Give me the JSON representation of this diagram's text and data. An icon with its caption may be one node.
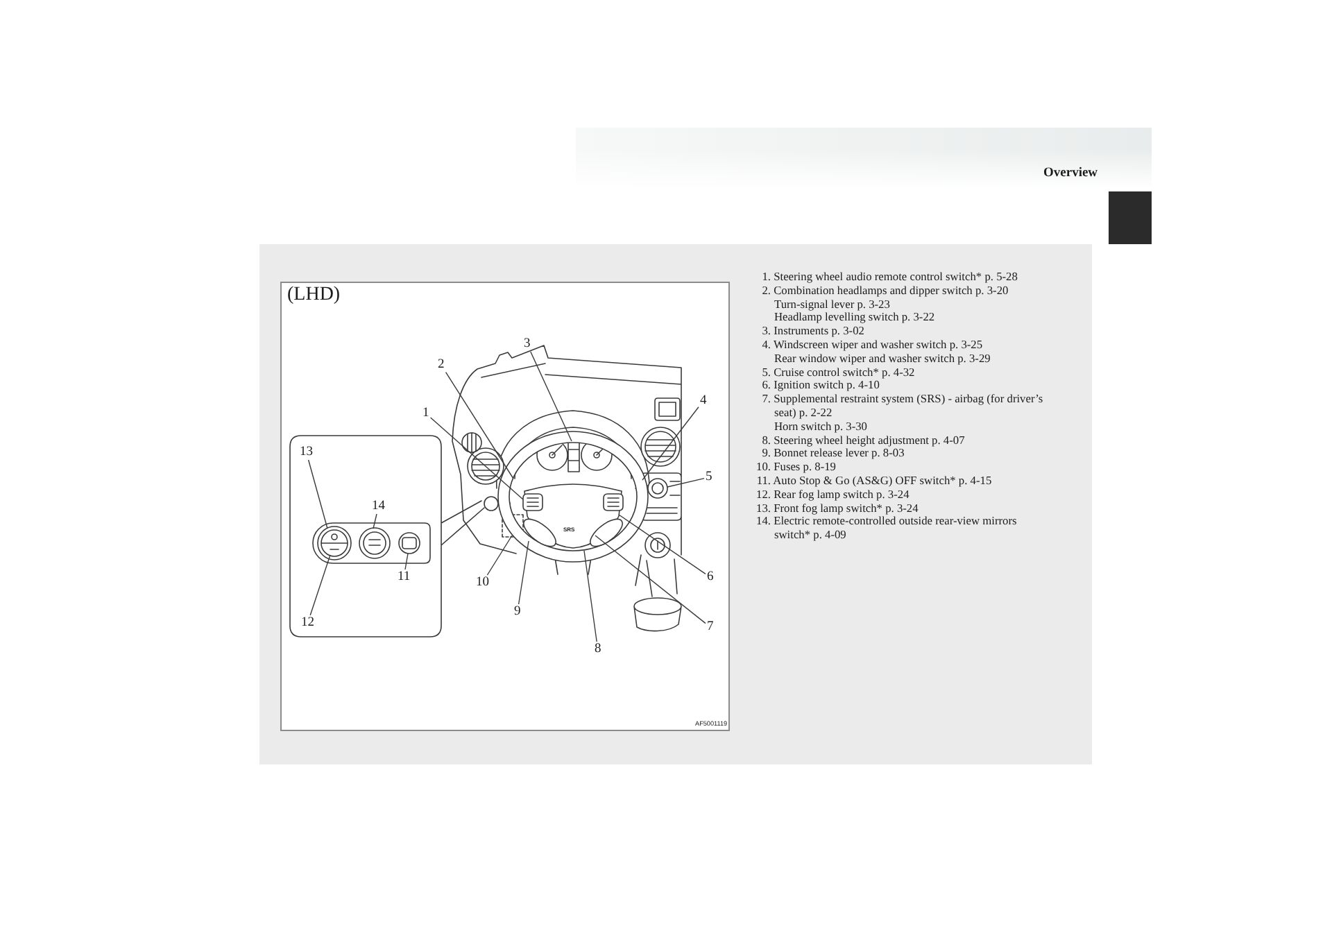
{
  "diagram": {
    "nodes": [
      {
        "text": [
          "(LHD)",
          "AF5001119"
        ]
      },
      {
        "text": [
          "1"
        ],
        "in": 0
      },
      {
        "text": [
          "2"
        ],
        "in": 0
      },
      {
        "text": [
          "3"
        ],
        "in": 0
      },
      {
        "text": [
          "4"
        ],
        "in": 0
      },
      {
        "text": [
          "5"
        ],
        "in": 0
      },
      {
        "text": [
          "6"
        ],
        "in": 0
      },
      {
        "text": [
          "7"
        ],
        "in": 0
      },
      {
        "text": [
          "8"
        ],
        "in": 0
      },
      {
        "text": [
          "9"
        ],
        "in": 0
      },
      {
        "text": [
          "10"
        ],
        "in": 0
      },
      {
        "text": [
          "11"
        ],
        "in": 0
      },
      {
        "text": [
          "12"
        ],
        "in": 0
      },
      {
        "text": [
          "13"
        ],
        "in": 0
      },
      {
        "text": [
          "14"
        ],
        "in": 0
      }
    ],
    "edges": [
      {
        "from": 1,
        "to": null,
        "arrow": "none"
      },
      {
        "from": 2,
        "to": null,
        "arrow": "none"
      },
      {
        "from": 3,
        "to": null,
        "arrow": "none"
      },
      {
        "from": 4,
        "to": null,
        "arrow": "none"
      },
      {
        "from": 5,
        "to": null,
        "arrow": "none"
      },
      {
        "from": 6,
        "to": null,
        "arrow": "none"
      },
      {
        "from": 7,
        "to": null,
        "arrow": "none"
      },
      {
        "from": 8,
        "to": null,
        "arrow": "none"
      },
      {
        "from": 9,
        "to": null,
        "arrow": "none"
      },
      {
        "from": 10,
        "to": null,
        "arrow": "none"
      },
      {
        "from": 11,
        "to": null,
        "arrow": "none"
      },
      {
        "from": 12,
        "to": null,
        "arrow": "none"
      },
      {
        "from": 13,
        "to": null,
        "arrow": "none"
      },
      {
        "from": 14,
        "to": null,
        "arrow": "none"
      }
    ],
    "labels": [
      "Overview",
      "SRS",
      "1. Steering wheel audio remote control switch* p. 5-28",
      "2. Combination headlamps and dipper switch p. 3-20",
      "Turn-signal lever p. 3-23",
      "Headlamp levelling switch p. 3-22",
      "3. Instruments p. 3-02",
      "4. Windscreen wiper and washer switch p. 3-25",
      "Rear window wiper and washer switch p. 3-29",
      "5. Cruise control switch* p. 4-32",
      "6. Ignition switch p. 4-10",
      "7. Supplemental restraint system (SRS) - airbag (for driver’s seat) p. 2-22",
      "Horn switch p. 3-30",
      "8. Steering wheel height adjustment p. 4-07",
      "9. Bonnet release lever p. 8-03",
      "10. Fuses p. 8-19",
      "11. Auto Stop & Go (AS&G) OFF switch* p. 4-15",
      "12. Rear fog lamp switch p. 3-24",
      "13. Front fog lamp switch* p. 3-24",
      "14. Electric remote-controlled outside rear-view mirrors switch* p. 4-09"
    ]
  }
}
